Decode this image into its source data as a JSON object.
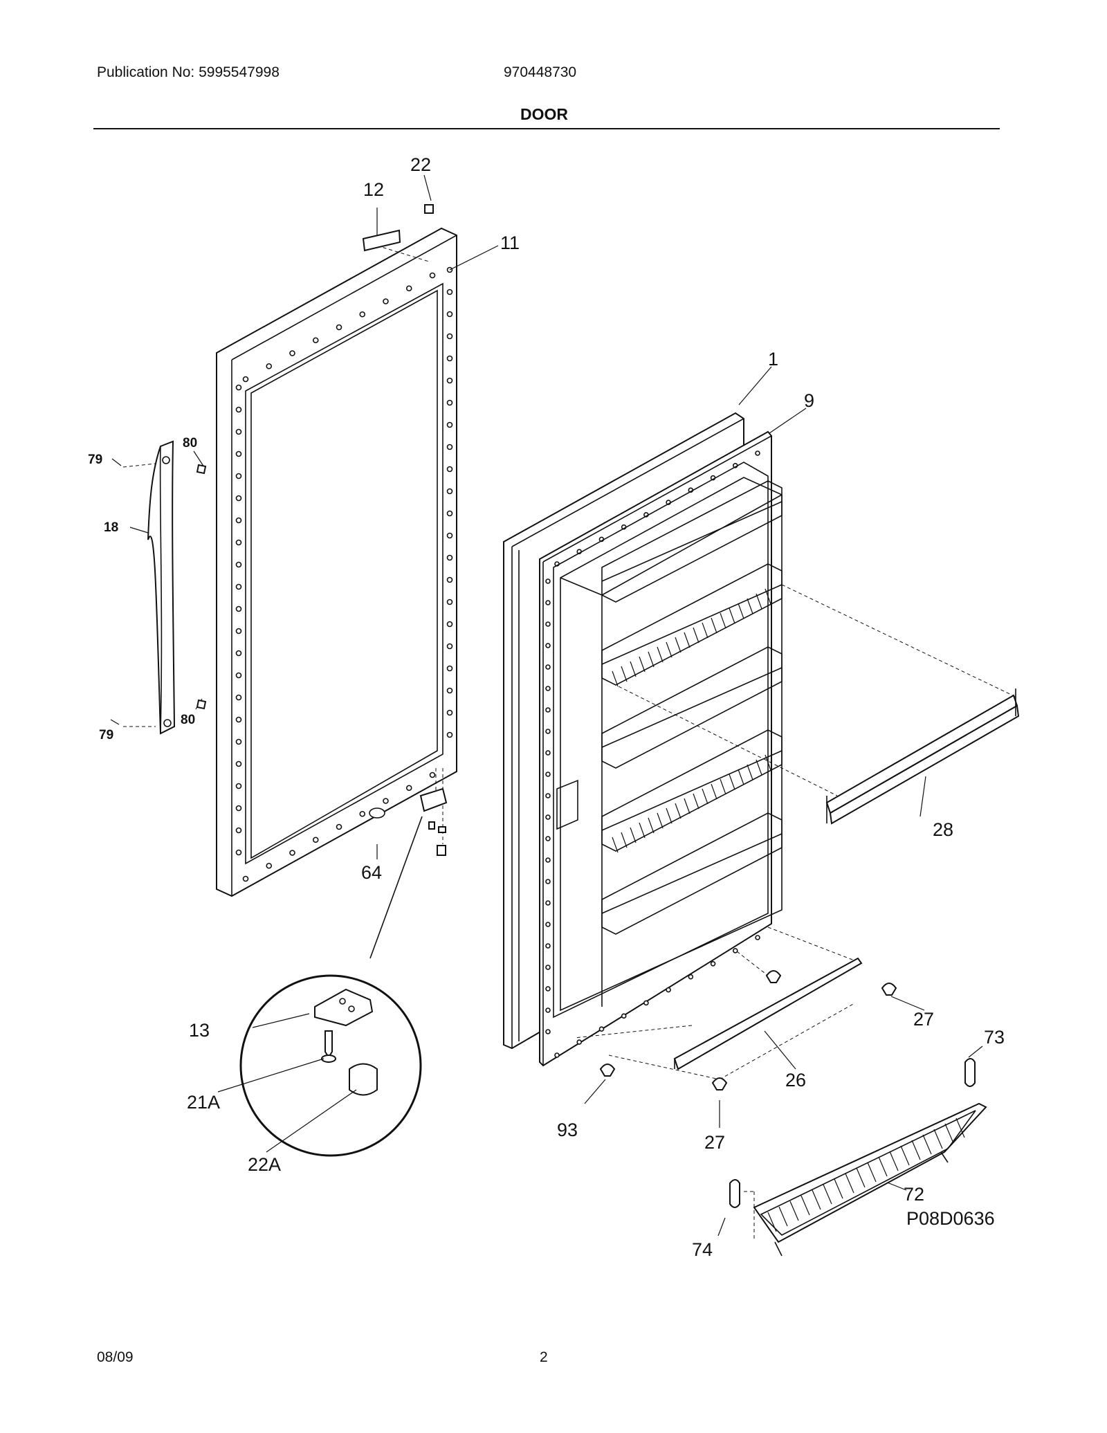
{
  "header": {
    "publication": "Publication No: 5995547998",
    "model": "970448730",
    "title": "DOOR"
  },
  "footer": {
    "date": "08/09",
    "page": "2"
  },
  "diagram": {
    "code": "P08D0636",
    "labels": {
      "l22": "22",
      "l12": "12",
      "l11": "11",
      "l1": "1",
      "l9": "9",
      "l79a": "79",
      "l80a": "80",
      "l18": "18",
      "l79b": "79",
      "l80b": "80",
      "l64": "64",
      "l28": "28",
      "l27a": "27",
      "l73": "73",
      "l26": "26",
      "l13": "13",
      "l21A": "21A",
      "l22A": "22A",
      "l93": "93",
      "l27b": "27",
      "l72": "72",
      "l74": "74"
    }
  }
}
